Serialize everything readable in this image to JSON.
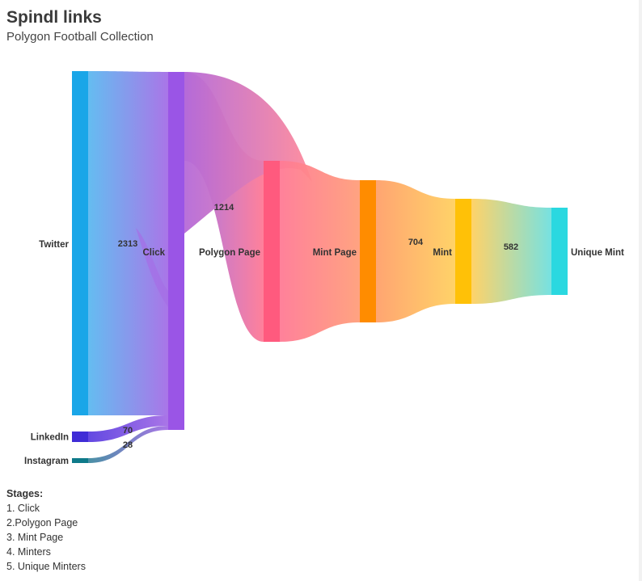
{
  "title": "Spindl links",
  "subtitle": "Polygon Football Collection",
  "chart_data": {
    "type": "sankey",
    "nodes": [
      {
        "id": "twitter",
        "label": "Twitter",
        "color": "#1aa6e8"
      },
      {
        "id": "linkedin",
        "label": "LinkedIn",
        "color": "#3f2cd6"
      },
      {
        "id": "instagram",
        "label": "Instagram",
        "color": "#0e7a8a"
      },
      {
        "id": "click",
        "label": "Click",
        "color": "#9a55e6"
      },
      {
        "id": "polygon",
        "label": "Polygon Page",
        "color": "#ff5a7e"
      },
      {
        "id": "mintpage",
        "label": "Mint Page",
        "color": "#ff8c00"
      },
      {
        "id": "mint",
        "label": "Mint",
        "color": "#ffc107"
      },
      {
        "id": "unique",
        "label": "Unique Mint",
        "color": "#2ad8e0"
      }
    ],
    "links": [
      {
        "source": "twitter",
        "target": "click",
        "value": 2313,
        "label": "2313",
        "from": "#5cb9f0",
        "to": "#a56ee6"
      },
      {
        "source": "linkedin",
        "target": "click",
        "value": 70,
        "label": "70",
        "from": "#5a3fe0",
        "to": "#a56ee6"
      },
      {
        "source": "instagram",
        "target": "click",
        "value": 28,
        "label": "28",
        "from": "#3f8aa0",
        "to": "#a56ee6"
      },
      {
        "source": "click",
        "target": "polygon",
        "value": 1214,
        "label": "1214",
        "from": "#a56ee6",
        "to": "#ff7a95"
      },
      {
        "source": "click",
        "target": "mintpage",
        "value": 1197,
        "label": "",
        "from": "#b56ad8",
        "to": "#ff8a9a"
      },
      {
        "source": "polygon",
        "target": "mintpage",
        "value": 1214,
        "label": "",
        "from": "#ff7a95",
        "to": "#ff9e7a"
      },
      {
        "source": "mintpage",
        "target": "mint",
        "value": 704,
        "label": "704",
        "from": "#ffa06a",
        "to": "#ffd060"
      },
      {
        "source": "mint",
        "target": "unique",
        "value": 582,
        "label": "582",
        "from": "#ffd060",
        "to": "#6fe0e0"
      }
    ]
  },
  "notes": {
    "title": "Stages:",
    "items": [
      "1. Click",
      "2.Polygon Page",
      "3. Mint Page",
      "4. Minters",
      "5. Unique Minters"
    ]
  }
}
